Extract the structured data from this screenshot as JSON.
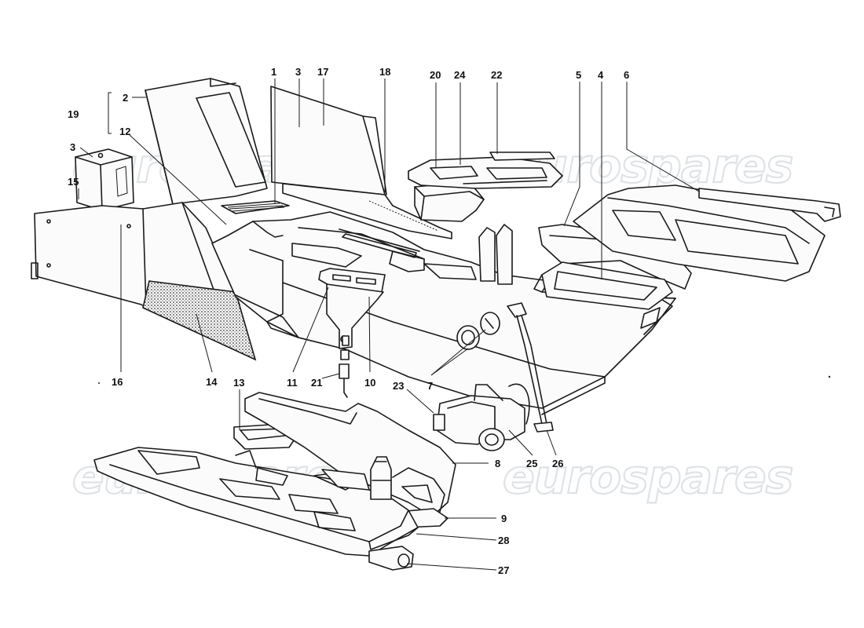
{
  "watermark": {
    "text": "eurospares",
    "color": "#dfe3e6"
  },
  "callouts": [
    "1",
    "3",
    "17",
    "18",
    "20",
    "24",
    "22",
    "5",
    "4",
    "6",
    "2",
    "19",
    "12",
    "3",
    "15",
    "16",
    "14",
    "13",
    "11",
    "21",
    "10",
    "23",
    "7",
    "8",
    "25",
    "26",
    "9",
    "28",
    "27"
  ],
  "colors": {
    "line": "#1a1a1a",
    "background": "#ffffff"
  }
}
